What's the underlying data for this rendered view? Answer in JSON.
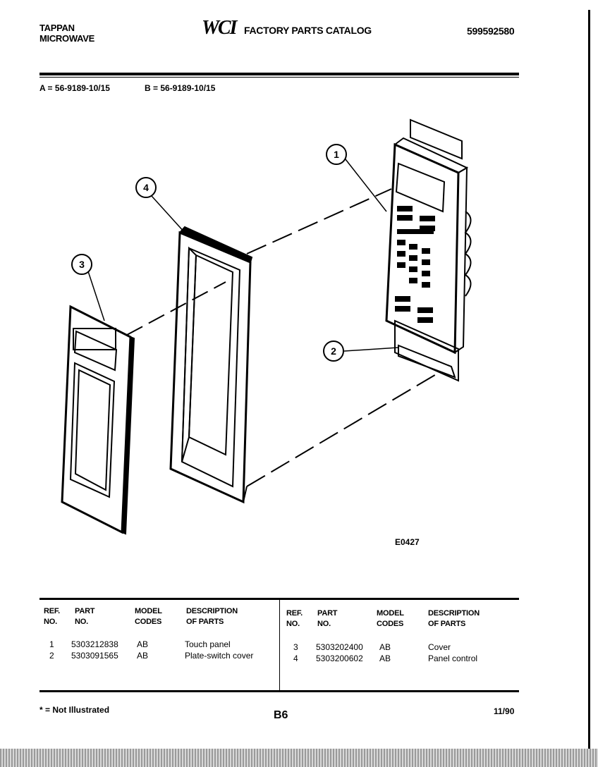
{
  "header": {
    "brand_line1": "TAPPAN",
    "brand_line2": "MICROWAVE",
    "logo": "WCI",
    "catalog_title": "FACTORY PARTS CATALOG",
    "catalog_number": "599592580"
  },
  "models": {
    "a": "A = 56-9189-10/15",
    "b": "B = 56-9189-10/15"
  },
  "diagram": {
    "callouts": [
      "1",
      "2",
      "3",
      "4"
    ],
    "code": "E0427"
  },
  "table": {
    "headers": {
      "ref": "REF.\nNO.",
      "part": "PART\nNO.",
      "model": "MODEL\nCODES",
      "desc": "DESCRIPTION\nOF PARTS"
    },
    "left_rows": [
      {
        "ref": "1",
        "part": "5303212838",
        "model": "AB",
        "desc": "Touch panel"
      },
      {
        "ref": "2",
        "part": "5303091565",
        "model": "AB",
        "desc": "Plate-switch cover"
      }
    ],
    "right_rows": [
      {
        "ref": "3",
        "part": "5303202400",
        "model": "AB",
        "desc": "Cover"
      },
      {
        "ref": "4",
        "part": "5303200602",
        "model": "AB",
        "desc": "Panel control"
      }
    ]
  },
  "footer": {
    "note": "* = Not Illustrated",
    "page": "B6",
    "date": "11/90"
  }
}
